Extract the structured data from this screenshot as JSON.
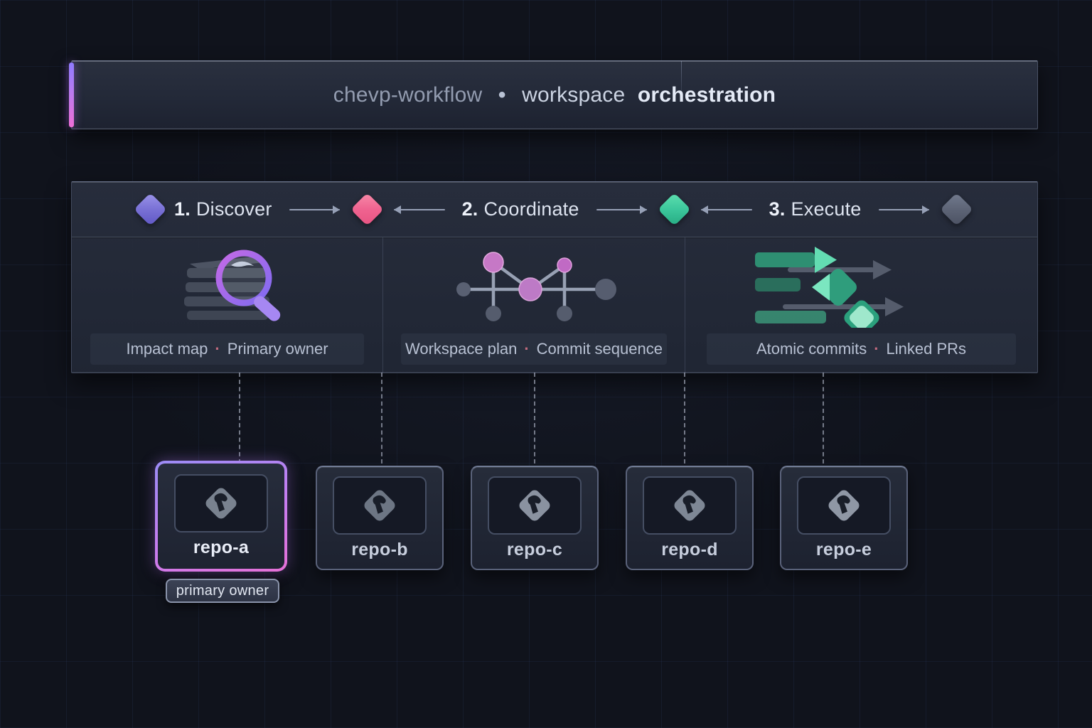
{
  "header": {
    "product": "chevp-workflow",
    "separator": "•",
    "subtitle_regular": "workspace",
    "subtitle_bold": "orchestration"
  },
  "pipeline": {
    "stages": [
      {
        "number": "1.",
        "label": "Discover",
        "diamond_color": "#7a72d6",
        "icon": "layers-search-icon",
        "caption": {
          "left": "Impact map",
          "sep": "·",
          "right": "Primary owner"
        }
      },
      {
        "number": "2.",
        "label": "Coordinate",
        "diamond_color": "#ef6390",
        "icon": "commit-graph-icon",
        "caption": {
          "left": "Workspace plan",
          "sep": "·",
          "right": "Commit sequence"
        }
      },
      {
        "number": "3.",
        "label": "Execute",
        "diamond_color": "#3cc79c",
        "icon": "atomic-commits-icon",
        "caption": {
          "left": "Atomic commits",
          "sep": "·",
          "right": "Linked PRs"
        }
      }
    ],
    "terminal_diamond_color": "#5d6476"
  },
  "repos": [
    {
      "name": "repo-a",
      "highlighted": true,
      "badge": "primary owner",
      "icon": "repo-diamond-icon"
    },
    {
      "name": "repo-b",
      "highlighted": false,
      "icon": "repo-diamond-icon"
    },
    {
      "name": "repo-c",
      "highlighted": false,
      "icon": "repo-diamond-icon"
    },
    {
      "name": "repo-d",
      "highlighted": false,
      "icon": "repo-diamond-icon"
    },
    {
      "name": "repo-e",
      "highlighted": false,
      "icon": "repo-diamond-icon"
    }
  ],
  "colors": {
    "background": "#10131c",
    "panel": "#232937",
    "accent_gradient_top": "#8f7bff",
    "accent_gradient_bottom": "#ef6fd8",
    "stage1_diamond": "#7a72d6",
    "stage2_diamond": "#ef6390",
    "stage3_diamond": "#3cc79c",
    "terminal_diamond": "#5d6476",
    "caption_dot": "#c26b7e",
    "magnifier_purple": "#a687f2",
    "commit_pink": "#c678c6",
    "execute_green": "#35b98e"
  }
}
